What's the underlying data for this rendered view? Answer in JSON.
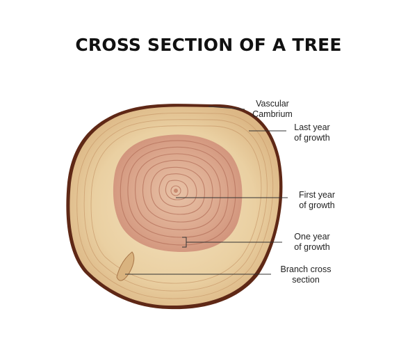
{
  "title": "CROSS SECTION OF A TREE",
  "labels": {
    "vascular_cambrium": "Vascular\nCambrium",
    "last_year_of_growth": "Last year\nof growth",
    "first_year_of_growth": "First year\nof growth",
    "one_year_of_growth": "One year\nof growth",
    "branch_cross_section": "Branch cross\nsection"
  },
  "colors": {
    "bark": "#6b2f1c",
    "sapwood": "#ecd2a6",
    "heartwood": "#d79f86",
    "ring_line": "#c08a63",
    "leader_line": "#333333",
    "title_text": "#111111"
  }
}
